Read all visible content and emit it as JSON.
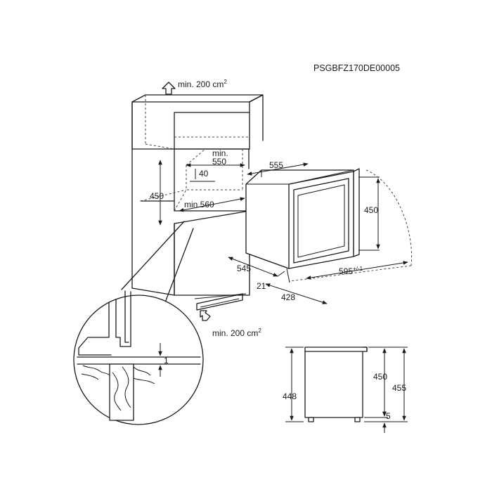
{
  "document_code": "PSGBFZ170DE00005",
  "ventilation": {
    "top": {
      "label": "min. 200 cm",
      "unit_exponent": "2"
    },
    "bottom": {
      "label": "min. 200 cm",
      "unit_exponent": "2"
    }
  },
  "cabinet_dimensions": {
    "min_label": "min.",
    "width": "550",
    "gap": "40",
    "height": "450",
    "depth": "min.560"
  },
  "appliance_dimensions": {
    "width": "555",
    "height": "450",
    "depth": "545",
    "front_offset": "21",
    "front_depth": "428",
    "door_width": "595",
    "door_tolerance": "+/-1"
  },
  "detail_view": {
    "clearance": "1"
  },
  "side_view_dimensions": {
    "overall_height": "448",
    "body_height": "450",
    "total_height": "455",
    "foot_height": "5"
  }
}
